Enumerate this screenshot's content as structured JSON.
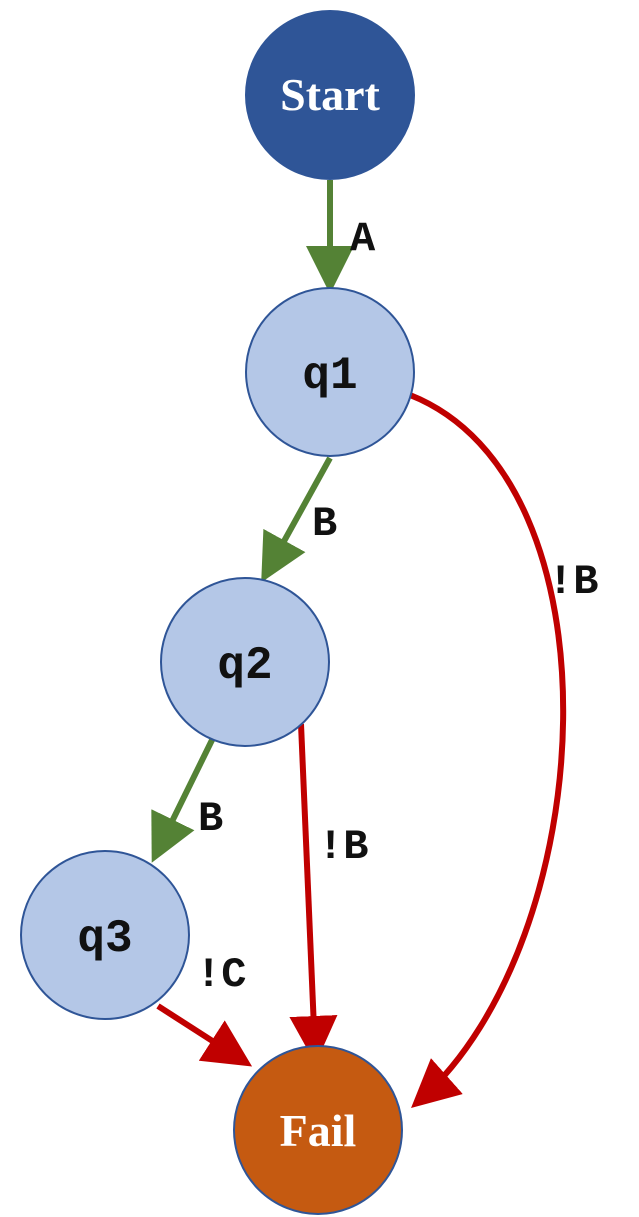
{
  "colors": {
    "start_fill": "#2f5597",
    "state_fill": "#b4c7e7",
    "fail_fill": "#c55a11",
    "node_stroke": "#2f5597",
    "accept_edge": "#548235",
    "fail_edge": "#c00000",
    "label_dark": "#111111",
    "label_light": "#ffffff"
  },
  "nodes": {
    "start": "Start",
    "q1": "q1",
    "q2": "q2",
    "q3": "q3",
    "fail": "Fail"
  },
  "edges": {
    "start_q1": "A",
    "q1_q2": "B",
    "q1_fail": "!B",
    "q2_q3": "B",
    "q2_fail": "!B",
    "q3_fail": "!C"
  }
}
